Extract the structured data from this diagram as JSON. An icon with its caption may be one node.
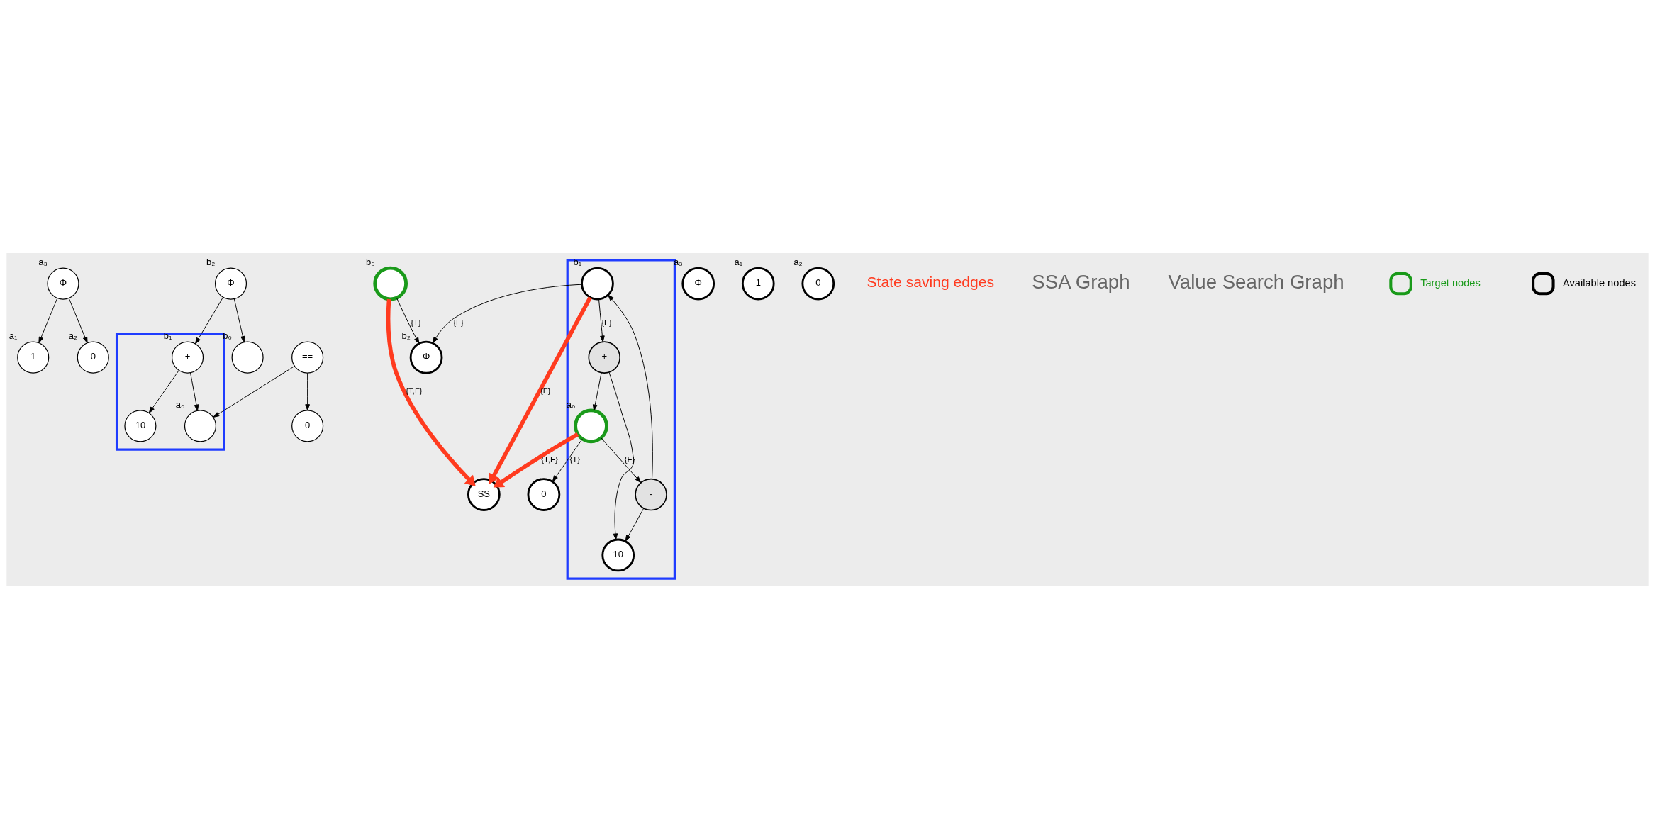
{
  "diagram": {
    "nodes": [
      {
        "text": [
          "Φ"
        ],
        "beside": [
          "a₃"
        ]
      },
      {
        "text": [
          "1"
        ],
        "beside": [
          "a₁"
        ]
      },
      {
        "text": [
          "0"
        ],
        "beside": [
          "a₂"
        ]
      },
      {
        "text": [
          "Φ"
        ],
        "beside": [
          "b₂"
        ]
      },
      {
        "text": [],
        "shape": "box"
      },
      {
        "text": [
          "=="
        ]
      },
      {
        "text": [
          "+"
        ],
        "beside": [
          "b₁"
        ],
        "in": 4
      },
      {
        "text": [],
        "shape": "circle",
        "beside": [
          "b₀"
        ]
      },
      {
        "text": [
          "0"
        ]
      },
      {
        "text": [],
        "shape": "circle",
        "beside": [
          "a₀"
        ],
        "in": 4
      },
      {
        "text": [
          "10"
        ],
        "in": 4
      },
      {
        "text": [],
        "shape": "circle",
        "beside": [
          "b₀"
        ]
      },
      {
        "text": [
          "SS"
        ]
      },
      {
        "text": [
          "Φ"
        ],
        "beside": [
          "b₂"
        ]
      },
      {
        "text": [
          "Φ"
        ],
        "beside": [
          "a₃"
        ]
      },
      {
        "text": [
          "1"
        ],
        "beside": [
          "a₁"
        ]
      },
      {
        "text": [
          "0"
        ],
        "beside": [
          "a₂"
        ]
      },
      {
        "text": [],
        "shape": "box"
      },
      {
        "text": [],
        "shape": "circle",
        "beside": [
          "b₁"
        ],
        "in": 17
      },
      {
        "text": [
          "-"
        ],
        "in": 17
      },
      {
        "text": [
          "+"
        ],
        "in": 17
      },
      {
        "text": [
          "0"
        ]
      },
      {
        "text": [],
        "shape": "circle",
        "beside": [
          "a₀"
        ],
        "in": 17
      },
      {
        "text": [
          "10"
        ],
        "in": 17
      }
    ],
    "edges": [
      {
        "from": 0,
        "to": 1,
        "arrow": "to"
      },
      {
        "from": 0,
        "to": 2,
        "arrow": "to"
      },
      {
        "from": 3,
        "to": 6,
        "arrow": "to"
      },
      {
        "from": 3,
        "to": 7,
        "arrow": "to"
      },
      {
        "from": 5,
        "to": 8,
        "arrow": "to"
      },
      {
        "from": 5,
        "to": 9,
        "arrow": "to"
      },
      {
        "from": 6,
        "to": 9,
        "arrow": "to"
      },
      {
        "from": 6,
        "to": 10,
        "arrow": "to"
      },
      {
        "from": 11,
        "to": 12,
        "arrow": "to",
        "label": "{T,F}",
        "style": "thick",
        "color": "#ff3b1f"
      },
      {
        "from": 11,
        "to": 13,
        "arrow": "to",
        "label": "{T}"
      },
      {
        "from": 18,
        "to": 12,
        "arrow": "to",
        "label": "{F}",
        "style": "thick",
        "color": "#ff3b1f"
      },
      {
        "from": 18,
        "to": 13,
        "arrow": "to",
        "label": "{F}"
      },
      {
        "from": 18,
        "to": 20,
        "arrow": "to",
        "label": "{F}"
      },
      {
        "from": 19,
        "to": 18,
        "arrow": "to"
      },
      {
        "from": 20,
        "to": 22,
        "arrow": "to"
      },
      {
        "from": 20,
        "to": 23,
        "arrow": "to"
      },
      {
        "from": 19,
        "to": 23,
        "arrow": "to"
      },
      {
        "from": 22,
        "to": 19,
        "arrow": "to",
        "label": "{F}"
      },
      {
        "from": 22,
        "to": 12,
        "arrow": "to",
        "label": "{T,F}",
        "style": "thick",
        "color": "#ff3b1f"
      },
      {
        "from": 22,
        "to": 21,
        "arrow": "to",
        "label": "{T}"
      }
    ],
    "labels": [
      "State saving edges",
      "SSA Graph",
      "Value Search Graph"
    ],
    "legend": [
      {
        "text": "Target nodes"
      },
      {
        "text": "Available nodes"
      }
    ]
  }
}
